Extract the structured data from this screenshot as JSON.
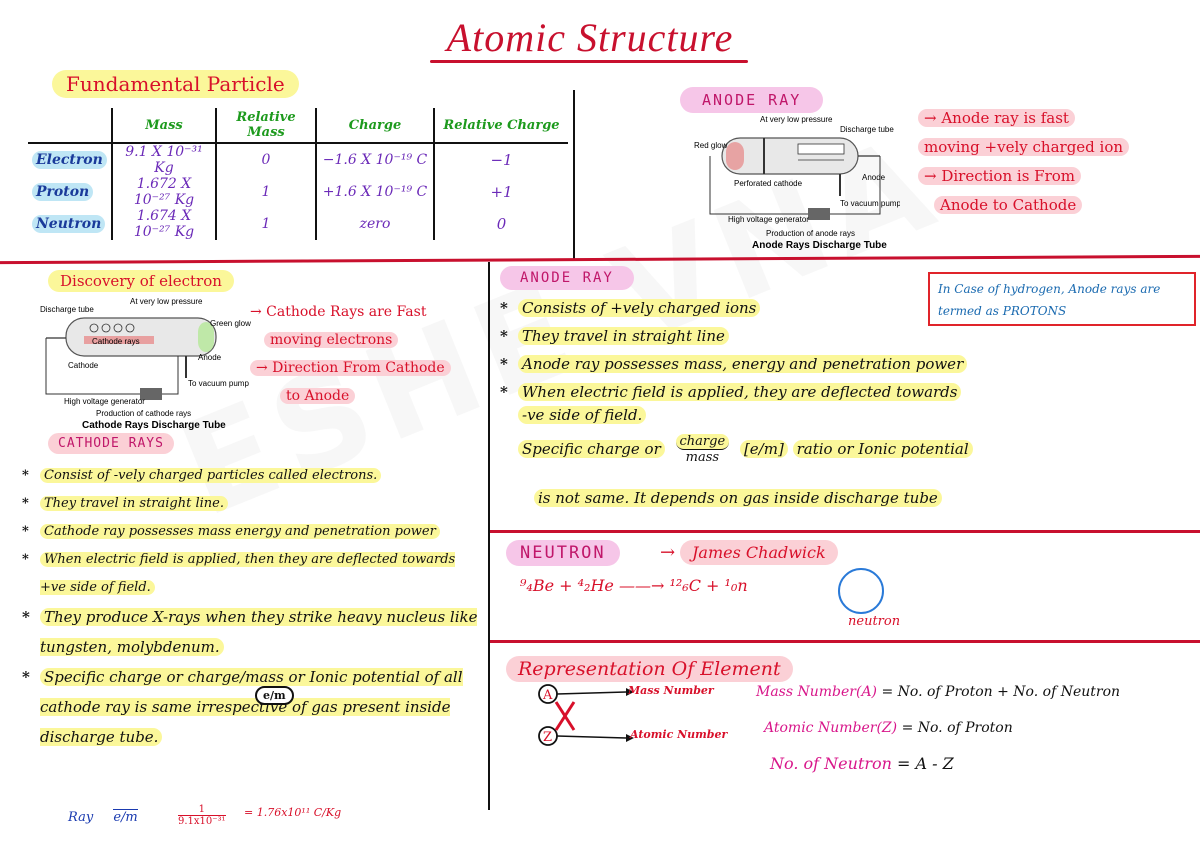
{
  "title": "Atomic Structure",
  "fundamental": {
    "heading": "Fundamental Particle",
    "columns": [
      "Mass",
      "Relative Mass",
      "Charge",
      "Relative Charge"
    ],
    "rows": [
      {
        "name": "Electron",
        "mass": "9.1 X 10⁻³¹ Kg",
        "rel_mass": "0",
        "charge": "−1.6 X 10⁻¹⁹ C",
        "rel_charge": "−1"
      },
      {
        "name": "Proton",
        "mass": "1.672 X 10⁻²⁷ Kg",
        "rel_mass": "1",
        "charge": "+1.6 X 10⁻¹⁹ C",
        "rel_charge": "+1"
      },
      {
        "name": "Neutron",
        "mass": "1.674 X 10⁻²⁷ Kg",
        "rel_mass": "1",
        "charge": "zero",
        "rel_charge": "0"
      }
    ]
  },
  "anode_top": {
    "heading": "ANODE RAY",
    "diagram": {
      "labels": [
        "Red glow",
        "At very low pressure",
        "Discharge tube",
        "Perforated cathode",
        "Anode",
        "To vacuum pump",
        "High voltage generator"
      ],
      "caption": "Production of anode rays",
      "title": "Anode Rays Discharge Tube"
    },
    "notes": [
      "→ Anode ray is fast",
      "moving +vely charged ion",
      "→ Direction is From",
      "Anode to Cathode"
    ]
  },
  "discovery": {
    "heading": "Discovery of electron",
    "diagram": {
      "labels": [
        "Discharge tube",
        "At very low pressure",
        "Green glow",
        "Cathode rays",
        "Cathode",
        "Anode",
        "To vacuum pump",
        "High voltage generator"
      ],
      "caption": "Production of cathode rays",
      "title": "Cathode Rays Discharge Tube"
    },
    "notes": [
      "→ Cathode Rays are Fast",
      "moving electrons",
      "→ Direction From Cathode",
      "to Anode"
    ]
  },
  "cathode": {
    "heading": "CATHODE RAYS",
    "items": [
      "Consist of -vely charged particles called electrons.",
      "They travel in straight line.",
      "Cathode ray possesses mass energy and penetration power",
      "When electric field is applied, then they are deflected towards +ve side of field.",
      "They produce X-rays when they strike heavy nucleus like tungsten, molybdenum.",
      "Specific charge or charge/mass or Ionic potential of all cathode ray is same irrespective of gas present inside discharge tube."
    ],
    "em_tag": "e/m",
    "ratio_prefix": "Ray",
    "ratio_em": "e/m",
    "ratio_num": "1",
    "ratio_den": "9.1x10⁻³¹",
    "ratio_value": "= 1.76x10¹¹ C/Kg"
  },
  "anode_mid": {
    "heading": "ANODE RAY",
    "items": [
      "Consists of +vely charged ions",
      "They travel in straight line",
      "Anode ray possesses mass, energy and penetration power",
      "When electric field is applied, they are deflected towards"
    ],
    "cont": "-ve side of field.",
    "specific": "Specific charge or",
    "frac_top": "charge",
    "frac_bottom": "mass",
    "em_bracket": "[e/m]",
    "ratio_text": "ratio or Ionic potential",
    "not_same": "is not same. It depends on gas inside discharge tube"
  },
  "hydrogen_box": "In Case of hydrogen, Anode rays are termed as PROTONS",
  "neutron": {
    "heading": "NEUTRON",
    "discoverer": "James Chadwick",
    "equation": "⁹₄Be + ⁴₂He ——→ ¹²₆C + ¹₀n",
    "label": "neutron"
  },
  "representation": {
    "heading": "Representation Of Element",
    "mass_label": "Mass Number",
    "atomic_label": "Atomic Number",
    "f1_key": "Mass Number(A)",
    "f1_val": "= No. of Proton + No. of Neutron",
    "f2_key": "Atomic Number(Z)",
    "f2_val": "= No. of Proton",
    "f3_key": "No. of Neutron",
    "f3_val": "= A - Z",
    "symbol_a": "A",
    "symbol_z": "Z"
  }
}
